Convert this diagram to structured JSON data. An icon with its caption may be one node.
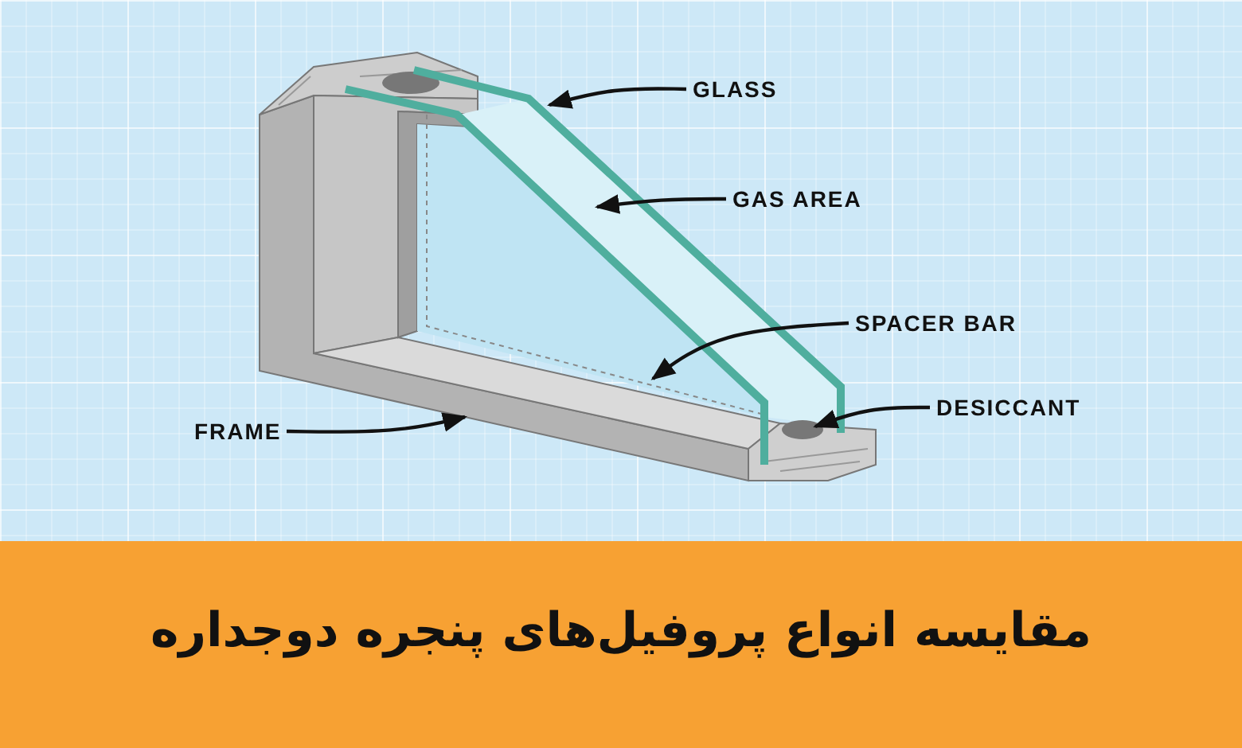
{
  "diagram": {
    "title": "مقایسه انواع پروفیل‌های پنجره دوجداره",
    "nodes": [
      {
        "text": [
          "GLASS"
        ]
      },
      {
        "text": [
          "GAS AREA"
        ]
      },
      {
        "text": [
          "SPACER BAR"
        ]
      },
      {
        "text": [
          "DESICCANT"
        ]
      },
      {
        "text": [
          "FRAME"
        ]
      }
    ],
    "edges": [
      {
        "from": 0,
        "to": null,
        "arrow": "to"
      },
      {
        "from": 1,
        "to": null,
        "arrow": "to"
      },
      {
        "from": 2,
        "to": null,
        "arrow": "to"
      },
      {
        "from": 3,
        "to": null,
        "arrow": "to"
      },
      {
        "from": 4,
        "to": null,
        "arrow": "to"
      }
    ]
  }
}
